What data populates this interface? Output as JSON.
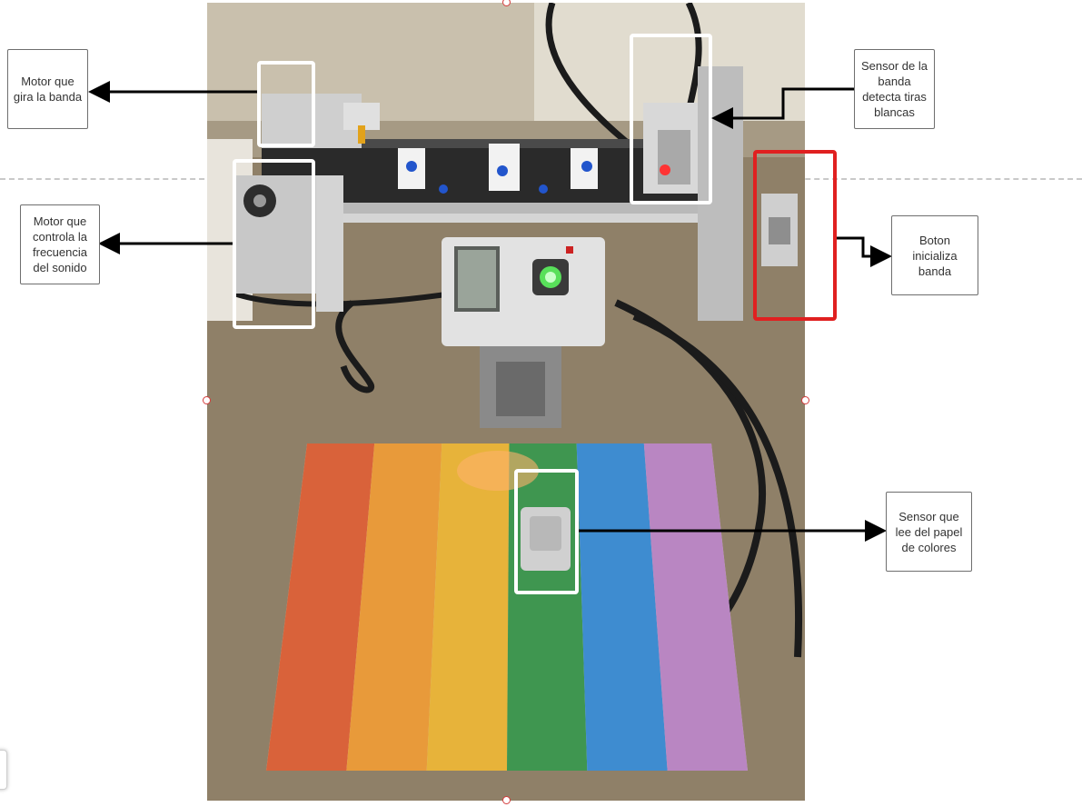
{
  "callouts": {
    "motor_belt": "Motor que gira la banda",
    "motor_sound": "Motor que controla la frecuencia del sonido",
    "sensor_belt": "Sensor de la banda detecta tiras blancas",
    "button_start": "Boton inicializa banda",
    "sensor_paper": "Sensor que lee del papel de colores"
  },
  "colors": {
    "highlight_white": "#ffffff",
    "highlight_red": "#e02020",
    "arrow": "#000000",
    "dashed_guide": "#c9c9c9",
    "handle_border": "#d43b3b"
  },
  "paper_stripes": [
    "#d9623a",
    "#e89a3a",
    "#e7b33a",
    "#3f9650",
    "#3e8cd0",
    "#b986c2"
  ],
  "brick_display_lines": [
    "",
    "",
    "",
    "",
    ""
  ]
}
